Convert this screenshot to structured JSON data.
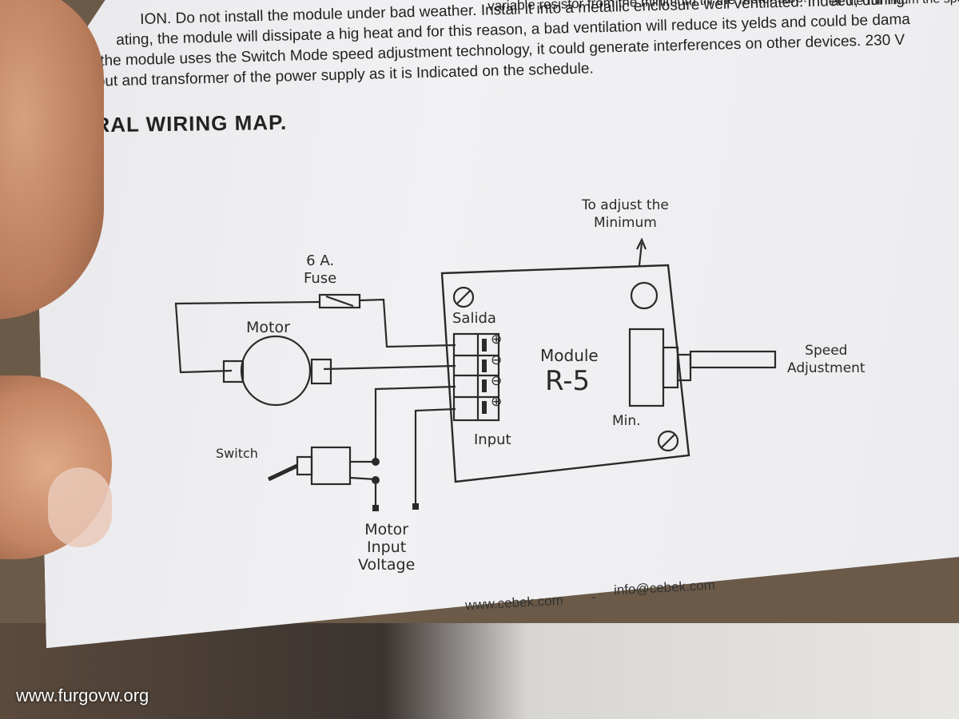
{
  "document": {
    "intro_lines": [
      "variable resistor from the minimum till the motor stop.",
      "ION. Do not install the module under bad weather. Install it into a metallic enclosure well ventilated. Indeed, during",
      "ating, the module will dissipate a hig heat and for this reason, a bad ventilation will reduce its yelds and could be dama",
      "the module uses the Switch Mode speed adjustment technology, it could generate interferences on other devices. 230 V",
      "nput and transformer of the power supply as it is Indicated on the schedule."
    ],
    "top_right_fragment": "at the minimum the speed",
    "heading": "ENERAL WIRING MAP."
  },
  "diagram": {
    "fuse_label": "6 A.\nFuse",
    "motor_label": "Motor",
    "salida_label": "Salida",
    "module_label": "Module",
    "module_model": "R-5",
    "adjust_min_label": "To adjust the\nMinimum",
    "speed_label": "Speed\nAdjustment",
    "min_label": "Min.",
    "input_label": "Input",
    "switch_label": "Switch",
    "motor_input_label": "Motor\nInput\nVoltage",
    "terminal_symbols": [
      "⊕",
      "⊖",
      "⊖",
      "⊕"
    ]
  },
  "footer": {
    "website": "www.cebek.com",
    "separator": "-",
    "email": "info@cebek.com"
  },
  "watermark": "www.furgovw.org"
}
